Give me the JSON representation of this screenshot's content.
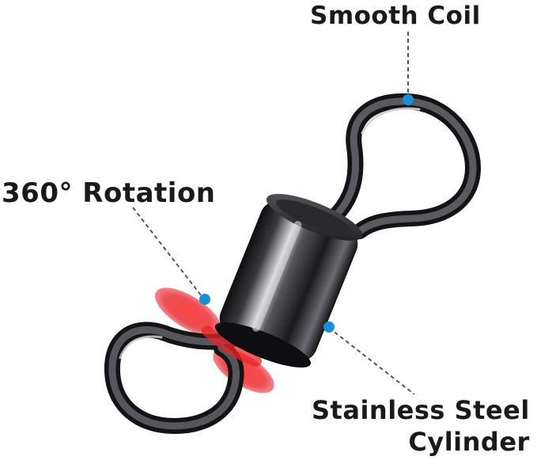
{
  "callouts": {
    "smooth_coil": "Smooth Coil",
    "rotation": "360° Rotation",
    "cylinder_line1": "Stainless Steel",
    "cylinder_line2": "Cylinder"
  },
  "colors": {
    "metal_dark": "#1c1c1e",
    "metal_mid": "#4a4a4e",
    "metal_highlight": "#c8c8cc",
    "marker_dot": "#1a8fd6",
    "leader_line": "#555555",
    "rotation_arc": "#e8242a"
  },
  "icons": {
    "marker": "blue-dot-marker",
    "rotation": "red-rotation-arc"
  }
}
